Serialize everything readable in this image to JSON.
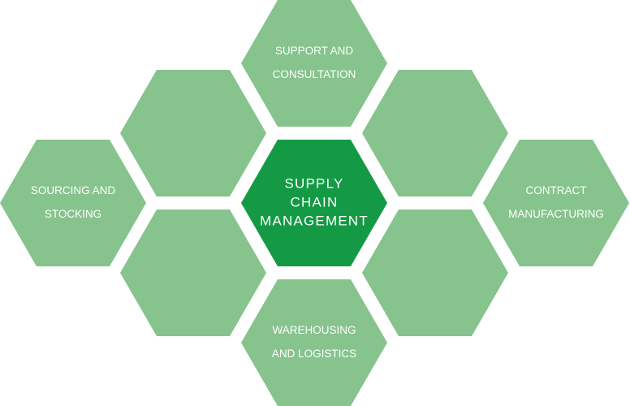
{
  "colors": {
    "center_fill": "#149a44",
    "hex_fill": "#86c38d",
    "background": "#ffffff"
  },
  "center": {
    "lines": [
      "SUPPLY",
      "CHAIN",
      "MANAGEMENT"
    ]
  },
  "cells": {
    "top": {
      "lines": [
        "SUPPORT AND",
        "CONSULTATION"
      ]
    },
    "bottom": {
      "lines": [
        "WAREHOUSING",
        "AND LOGISTICS"
      ]
    },
    "left": {
      "lines": [
        "SOURCING AND",
        "STOCKING"
      ]
    },
    "right": {
      "lines": [
        "CONTRACT",
        "MANUFACTURING"
      ]
    },
    "upper_left": {
      "lines": []
    },
    "upper_right": {
      "lines": []
    },
    "lower_left": {
      "lines": []
    },
    "lower_right": {
      "lines": []
    }
  }
}
